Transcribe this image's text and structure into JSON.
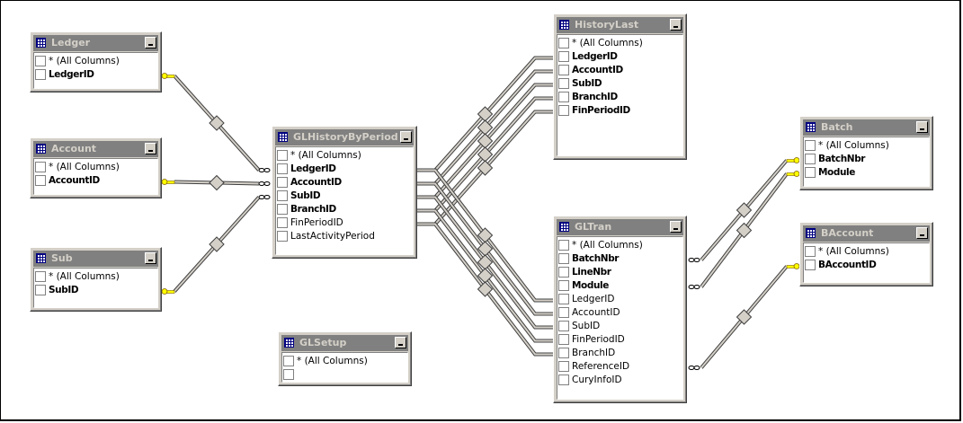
{
  "diagram": {
    "tables": [
      {
        "id": "ledger",
        "name": "Ledger",
        "columns": [
          {
            "name": "* (All Columns)",
            "key": false
          },
          {
            "name": "LedgerID",
            "key": true
          }
        ]
      },
      {
        "id": "account",
        "name": "Account",
        "columns": [
          {
            "name": "* (All Columns)",
            "key": false
          },
          {
            "name": "AccountID",
            "key": true
          }
        ]
      },
      {
        "id": "sub",
        "name": "Sub",
        "columns": [
          {
            "name": "* (All Columns)",
            "key": false
          },
          {
            "name": "SubID",
            "key": true
          }
        ]
      },
      {
        "id": "glhistorybyperiod",
        "name": "GLHistoryByPeriod",
        "columns": [
          {
            "name": "* (All Columns)",
            "key": false
          },
          {
            "name": "LedgerID",
            "key": true
          },
          {
            "name": "AccountID",
            "key": true
          },
          {
            "name": "SubID",
            "key": true
          },
          {
            "name": "BranchID",
            "key": true
          },
          {
            "name": "FinPeriodID",
            "key": false
          },
          {
            "name": "LastActivityPeriod",
            "key": false
          }
        ]
      },
      {
        "id": "glsetup",
        "name": "GLSetup",
        "columns": [
          {
            "name": "* (All Columns)",
            "key": false
          },
          {
            "name": "",
            "key": false
          }
        ]
      },
      {
        "id": "historylast",
        "name": "HistoryLast",
        "columns": [
          {
            "name": "* (All Columns)",
            "key": false
          },
          {
            "name": "LedgerID",
            "key": true
          },
          {
            "name": "AccountID",
            "key": true
          },
          {
            "name": "SubID",
            "key": true
          },
          {
            "name": "BranchID",
            "key": true
          },
          {
            "name": "FinPeriodID",
            "key": true
          }
        ]
      },
      {
        "id": "gltran",
        "name": "GLTran",
        "columns": [
          {
            "name": "* (All Columns)",
            "key": false
          },
          {
            "name": "BatchNbr",
            "key": true
          },
          {
            "name": "LineNbr",
            "key": true
          },
          {
            "name": "Module",
            "key": true
          },
          {
            "name": "LedgerID",
            "key": false
          },
          {
            "name": "AccountID",
            "key": false
          },
          {
            "name": "SubID",
            "key": false
          },
          {
            "name": "FinPeriodID",
            "key": false
          },
          {
            "name": "BranchID",
            "key": false
          },
          {
            "name": "ReferenceID",
            "key": false
          },
          {
            "name": "CuryInfoID",
            "key": false
          }
        ]
      },
      {
        "id": "batch",
        "name": "Batch",
        "columns": [
          {
            "name": "* (All Columns)",
            "key": false
          },
          {
            "name": "BatchNbr",
            "key": true
          },
          {
            "name": "Module",
            "key": true
          }
        ]
      },
      {
        "id": "baccount",
        "name": "BAccount",
        "columns": [
          {
            "name": "* (All Columns)",
            "key": false
          },
          {
            "name": "BAccountID",
            "key": true
          }
        ]
      }
    ],
    "relationships": [
      {
        "from": "ledger.LedgerID",
        "to": "glhistorybyperiod.LedgerID",
        "from_end": "key-icon",
        "to_end": "infinity-icon"
      },
      {
        "from": "account.AccountID",
        "to": "glhistorybyperiod.AccountID",
        "from_end": "key-icon",
        "to_end": "infinity-icon"
      },
      {
        "from": "sub.SubID",
        "to": "glhistorybyperiod.SubID",
        "from_end": "key-icon",
        "to_end": "infinity-icon"
      },
      {
        "from": "glhistorybyperiod.LedgerID",
        "to": "historylast.LedgerID",
        "from_end": "none",
        "to_end": "none"
      },
      {
        "from": "glhistorybyperiod.AccountID",
        "to": "historylast.AccountID",
        "from_end": "none",
        "to_end": "none"
      },
      {
        "from": "glhistorybyperiod.SubID",
        "to": "historylast.SubID",
        "from_end": "none",
        "to_end": "none"
      },
      {
        "from": "glhistorybyperiod.BranchID",
        "to": "historylast.BranchID",
        "from_end": "none",
        "to_end": "none"
      },
      {
        "from": "glhistorybyperiod.FinPeriodID",
        "to": "historylast.FinPeriodID",
        "from_end": "none",
        "to_end": "none"
      },
      {
        "from": "glhistorybyperiod.LedgerID",
        "to": "gltran.LedgerID",
        "from_end": "none",
        "to_end": "none"
      },
      {
        "from": "glhistorybyperiod.AccountID",
        "to": "gltran.AccountID",
        "from_end": "none",
        "to_end": "none"
      },
      {
        "from": "glhistorybyperiod.SubID",
        "to": "gltran.SubID",
        "from_end": "none",
        "to_end": "none"
      },
      {
        "from": "glhistorybyperiod.BranchID",
        "to": "gltran.FinPeriodID",
        "from_end": "none",
        "to_end": "none"
      },
      {
        "from": "glhistorybyperiod.FinPeriodID",
        "to": "gltran.BranchID",
        "from_end": "none",
        "to_end": "none"
      },
      {
        "from": "batch.BatchNbr",
        "to": "gltran.BatchNbr",
        "from_end": "key-icon",
        "to_end": "infinity-icon"
      },
      {
        "from": "batch.Module",
        "to": "gltran.Module",
        "from_end": "key-icon",
        "to_end": "infinity-icon"
      },
      {
        "from": "baccount.BAccountID",
        "to": "gltran.ReferenceID",
        "from_end": "key-icon",
        "to_end": "infinity-icon"
      }
    ]
  },
  "colors": {
    "title_bar": "#808080",
    "title_text": "#d4d0c8",
    "frame": "#d4d0c8",
    "link": "#d4d0c8",
    "key": "#ffff00"
  }
}
